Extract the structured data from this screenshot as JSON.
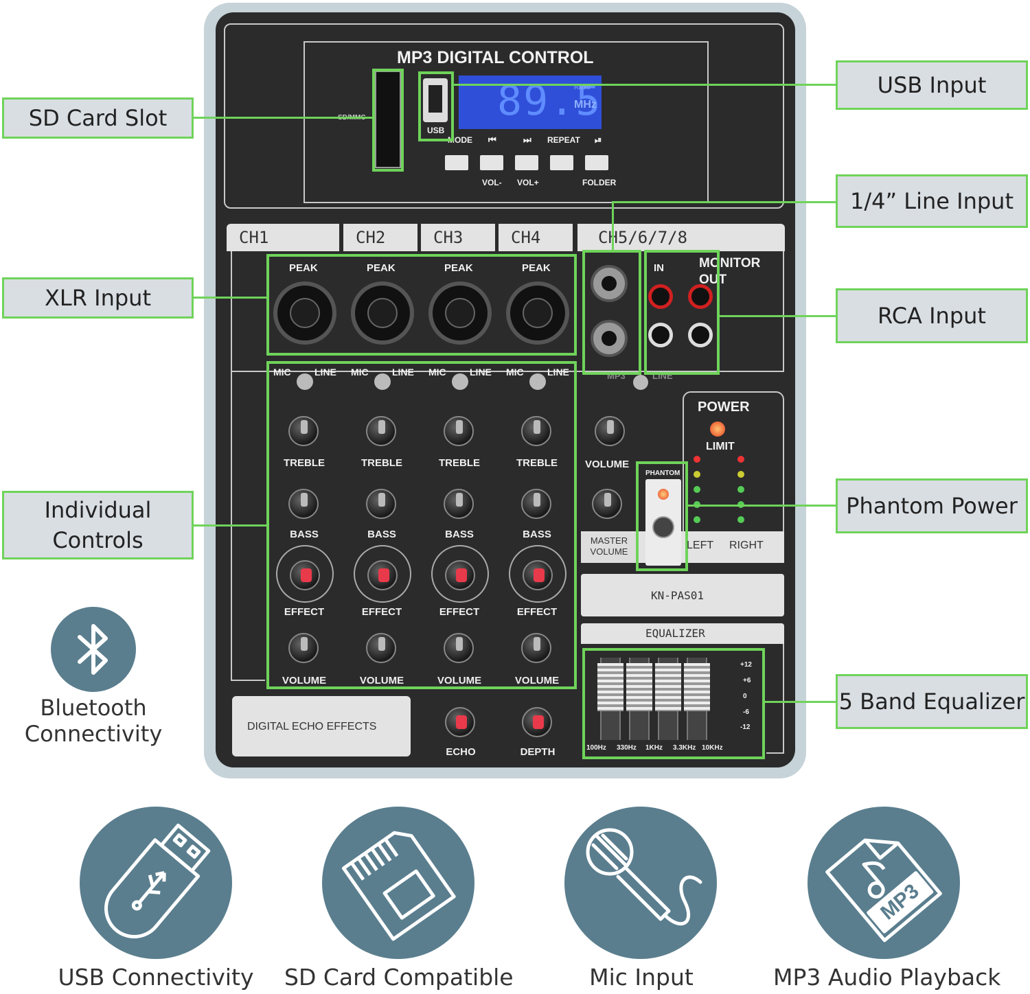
{
  "device": {
    "mp3_title": "MP3 DIGITAL CONTROL",
    "sd_slot_label": "SD/MMC",
    "usb_label": "USB",
    "display_freq": "89.5",
    "display_unit": "MHz",
    "display_radio": "Radio",
    "mp3_buttons": [
      "MODE",
      "⏮",
      "⏭",
      "REPEAT",
      "⏯"
    ],
    "mp3_sub_labels": [
      "VOL-",
      "VOL+",
      "FOLDER"
    ],
    "channels": [
      "CH1",
      "CH2",
      "CH3",
      "CH4",
      "CH5/6/7/8"
    ],
    "peak": "PEAK",
    "mic": "MIC",
    "line": "LINE",
    "treble": "TREBLE",
    "bass": "BASS",
    "effect": "EFFECT",
    "volume_upper": "VOLUME",
    "monitor_out": "MONITOR OUT",
    "in": "IN",
    "mp3": "MP3",
    "volume": "VOLUME",
    "master_volume": "MASTER VOLUME",
    "power": "POWER",
    "limit": "LIMIT",
    "phantom": "PHANTOM",
    "left": "LEFT",
    "right": "RIGHT",
    "model": "KN-PAS01",
    "equalizer": "EQUALIZER",
    "eq_bands": [
      "100Hz",
      "330Hz",
      "1KHz",
      "3.3KHz",
      "10KHz"
    ],
    "eq_scale": [
      "+12",
      "+6",
      "0",
      "-6",
      "-12"
    ],
    "digital_echo": "DIGITAL ECHO EFFECTS",
    "echo": "ECHO",
    "depth": "DEPTH"
  },
  "callouts": {
    "sd_card_slot": "SD Card Slot",
    "usb_input": "USB Input",
    "line_input": "1/4” Line Input",
    "xlr_input": "XLR Input",
    "rca_input": "RCA Input",
    "individual_controls_1": "Individual",
    "individual_controls_2": "Controls",
    "phantom_power": "Phantom Power",
    "eq_5band": "5 Band Equalizer"
  },
  "bluetooth": {
    "line1": "Bluetooth",
    "line2": "Connectivity",
    "icon": "bluetooth-icon"
  },
  "features": [
    {
      "label": "USB Connectivity",
      "icon": "usb-drive-icon"
    },
    {
      "label": "SD Card Compatible",
      "icon": "sd-card-icon"
    },
    {
      "label": "Mic Input",
      "icon": "microphone-icon"
    },
    {
      "label": "MP3 Audio Playback",
      "icon": "mp3-file-icon"
    }
  ],
  "colors": {
    "highlight": "#6fd35a",
    "callout_bg": "#d9dee3",
    "icon_circle": "#5a7e8e",
    "device_body": "#2b2b2c",
    "lcd": "#2f4fd8",
    "knob_pointer": "#e83a4a"
  }
}
